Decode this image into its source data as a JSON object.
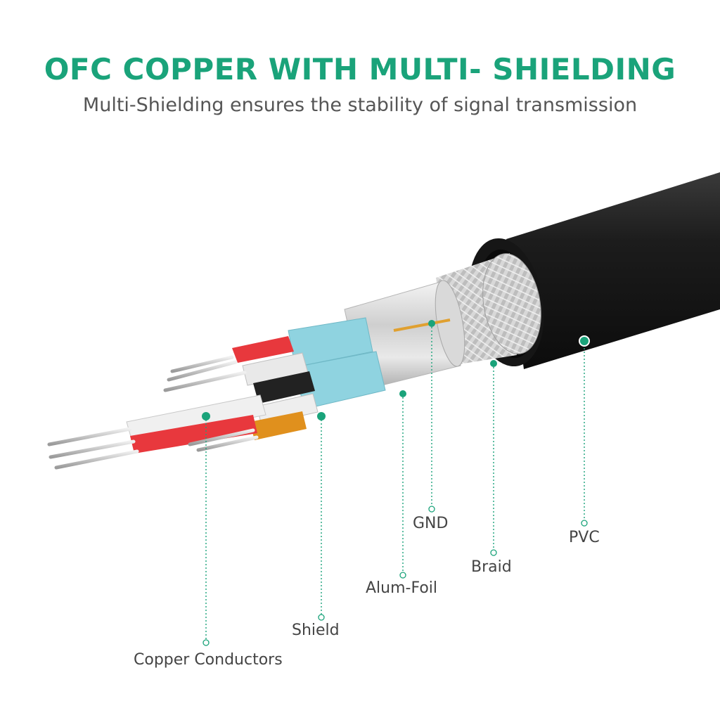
{
  "header": {
    "title": "OFC COPPER WITH MULTI- SHIELDING",
    "subtitle": "Multi-Shielding ensures the stability of signal transmission"
  },
  "colors": {
    "accent": "#1aa37a",
    "jacket": "#1b1b1b",
    "shield": "#8fd3e0",
    "red": "#e8383d",
    "orange": "#e0901d"
  },
  "callouts": {
    "copper_conductors": "Copper Conductors",
    "shield": "Shield",
    "alum_foil": "Alum-Foil",
    "gnd": "GND",
    "braid": "Braid",
    "pvc": "PVC"
  }
}
